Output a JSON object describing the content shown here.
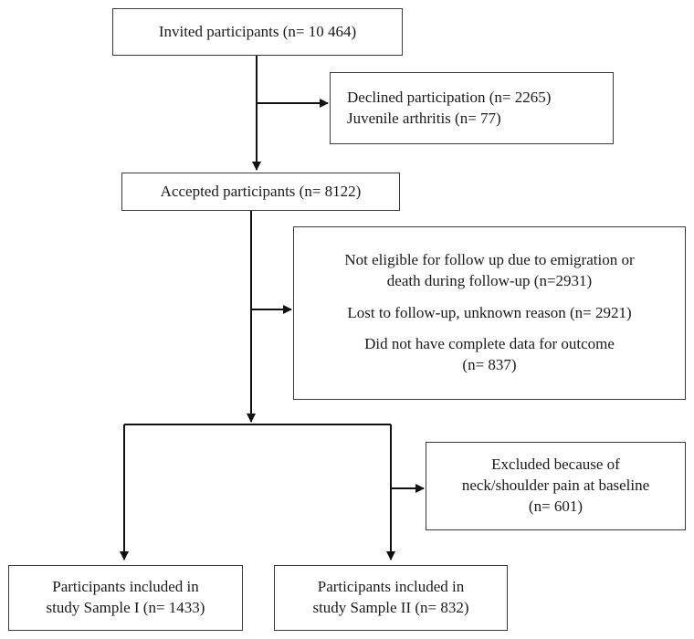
{
  "boxes": {
    "invited": {
      "lines": [
        "Invited participants (n= 10 464)"
      ]
    },
    "declined": {
      "lines": [
        "Declined participation (n= 2265)",
        "Juvenile arthritis (n= 77)"
      ]
    },
    "accepted": {
      "lines": [
        "Accepted participants (n= 8122)"
      ]
    },
    "lost": {
      "not_eligible": [
        "Not eligible for follow up due to emigration or",
        "death during follow-up (n=2931)"
      ],
      "lost_unknown": [
        "Lost to follow-up, unknown reason (n= 2921)"
      ],
      "incomplete": [
        "Did not have complete data for outcome",
        "(n= 837)"
      ]
    },
    "excluded": {
      "lines": [
        "Excluded because of",
        "neck/shoulder pain at baseline",
        "(n= 601)"
      ]
    },
    "sample1": {
      "lines": [
        "Participants included in",
        "study Sample I (n= 1433)"
      ]
    },
    "sample2": {
      "lines": [
        "Participants included in",
        "study Sample II (n= 832)"
      ]
    }
  }
}
